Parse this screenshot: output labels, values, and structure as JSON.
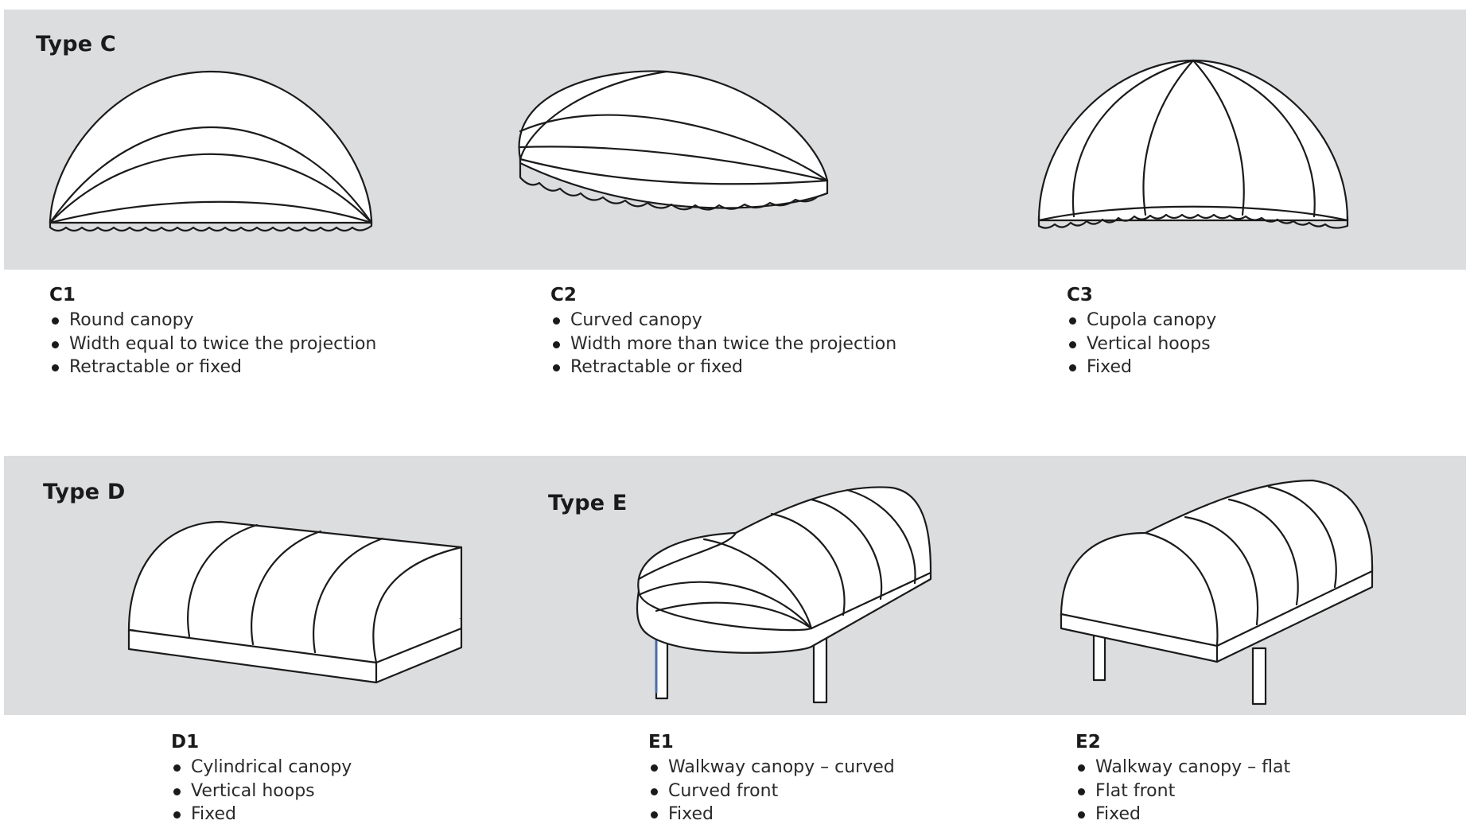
{
  "sections": {
    "type_c": "Type C",
    "type_d": "Type D",
    "type_e": "Type E"
  },
  "items": [
    {
      "code": "C1",
      "features": [
        "Round canopy",
        "Width equal to twice the projection",
        "Retractable or fixed"
      ]
    },
    {
      "code": "C2",
      "features": [
        "Curved canopy",
        "Width more than twice the projection",
        "Retractable or fixed"
      ]
    },
    {
      "code": "C3",
      "features": [
        "Cupola canopy",
        "Vertical hoops",
        "Fixed"
      ]
    },
    {
      "code": "D1",
      "features": [
        "Cylindrical canopy",
        "Vertical hoops",
        "Fixed"
      ]
    },
    {
      "code": "E1",
      "features": [
        "Walkway canopy – curved",
        "Curved front",
        "Fixed"
      ]
    },
    {
      "code": "E2",
      "features": [
        "Walkway canopy – flat",
        "Flat front",
        "Fixed"
      ]
    }
  ],
  "colors": {
    "band": "#dcdddf",
    "line": "#1b1b1b",
    "canopy": "#ffffff"
  }
}
